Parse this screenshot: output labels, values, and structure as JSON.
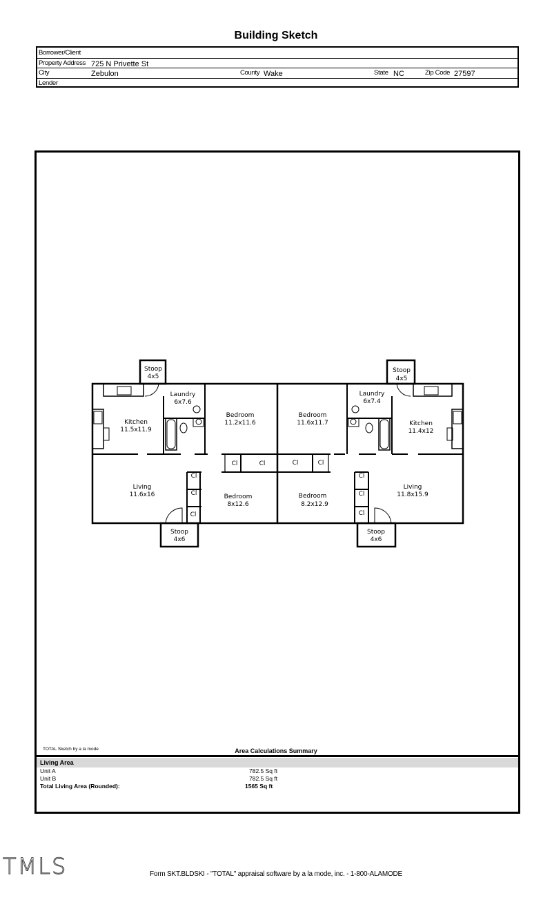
{
  "document": {
    "title": "Building Sketch",
    "header": {
      "borrower_label": "Borrower/Client",
      "borrower_value": "",
      "address_label": "Property Address",
      "address_value": "725 N Privette St",
      "city_label": "City",
      "city_value": "Zebulon",
      "county_label": "County",
      "county_value": "Wake",
      "state_label": "State",
      "state_value": "NC",
      "zip_label": "Zip Code",
      "zip_value": "27597",
      "lender_label": "Lender",
      "lender_value": ""
    },
    "rooms": {
      "stoop_top_left": [
        "Stoop",
        "4x5"
      ],
      "stoop_top_right": [
        "Stoop",
        "4x5"
      ],
      "stoop_bottom_left": [
        "Stoop",
        "4x6"
      ],
      "stoop_bottom_right": [
        "Stoop",
        "4x6"
      ],
      "laundry_left": [
        "Laundry",
        "6x7.6"
      ],
      "laundry_right": [
        "Laundry",
        "6x7.4"
      ],
      "kitchen_left": [
        "Kitchen",
        "11.5x11.9"
      ],
      "kitchen_right": [
        "Kitchen",
        "11.4x12"
      ],
      "bedroom_top_left": [
        "Bedroom",
        "11.2x11.6"
      ],
      "bedroom_top_right": [
        "Bedroom",
        "11.6x11.7"
      ],
      "living_left": [
        "Living",
        "11.6x16"
      ],
      "living_right": [
        "Living",
        "11.8x15.9"
      ],
      "bedroom_bottom_left": [
        "Bedroom",
        "8x12.6"
      ],
      "bedroom_bottom_right": [
        "Bedroom",
        "8.2x12.9"
      ],
      "closet_label": "Cl"
    },
    "sketch_credit": "TOTAL Sketch by a la mode",
    "area_summary_title": "Area Calculations Summary",
    "living_area_label": "Living Area",
    "units": [
      {
        "name": "Unit A",
        "area": "782.5 Sq ft"
      },
      {
        "name": "Unit B",
        "area": "782.5 Sq ft"
      }
    ],
    "total_label": "Total Living Area (Rounded):",
    "total_value": "1565 Sq ft",
    "footer": "Form SKT.BLDSKI - \"TOTAL\" appraisal software by a la mode, inc. - 1-800-ALAMODE",
    "logo_text": "TMLS"
  }
}
